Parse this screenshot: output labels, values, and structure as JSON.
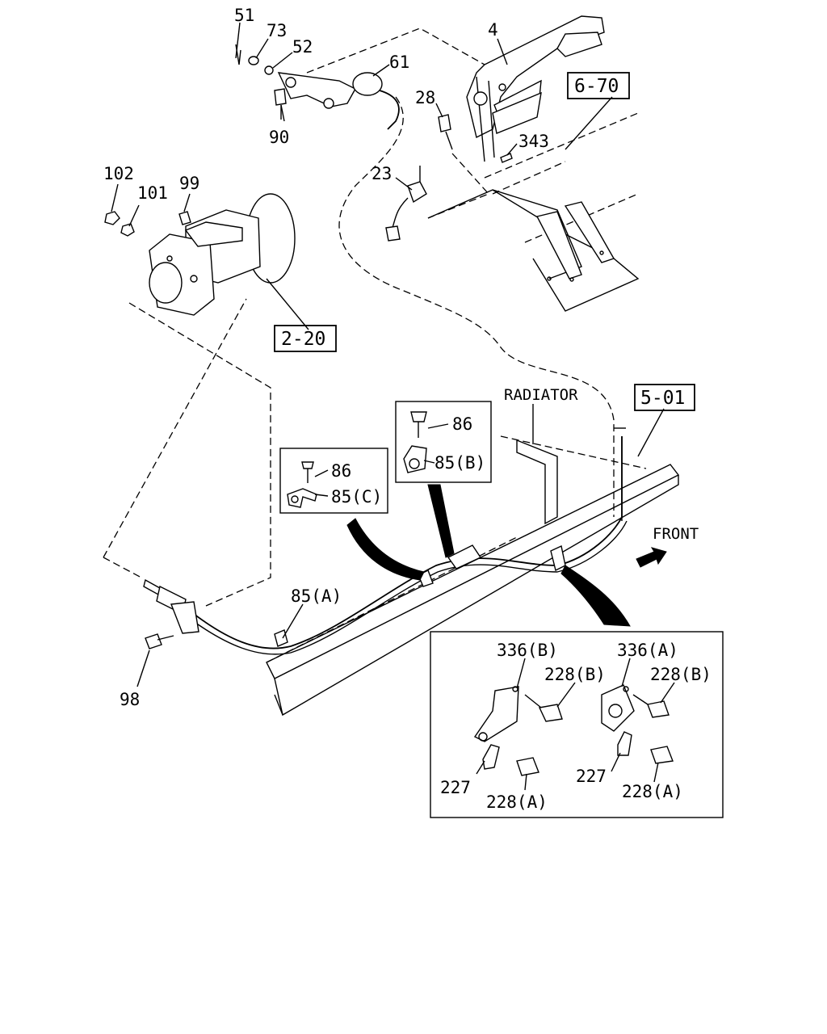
{
  "callouts": {
    "c51": "51",
    "c73": "73",
    "c52": "52",
    "c61": "61",
    "c4": "4",
    "c28": "28",
    "c343": "343",
    "c23": "23",
    "c90": "90",
    "c102": "102",
    "c101": "101",
    "c99": "99",
    "c86a": "86",
    "c85b": "85(B)",
    "c86b": "86",
    "c85c": "85(C)",
    "c85a": "85(A)",
    "c98": "98",
    "c336b": "336(B)",
    "c228b1": "228(B)",
    "c336a": "336(A)",
    "c228b2": "228(B)",
    "c227a": "227",
    "c228a1": "228(A)",
    "c227b": "227",
    "c228a2": "228(A)"
  },
  "references": {
    "r670": "6-70",
    "r220": "2-20",
    "r501": "5-01"
  },
  "labels": {
    "radiator": "RADIATOR",
    "front": "FRONT"
  },
  "icons": {
    "front_arrow": "front-arrow-icon"
  }
}
